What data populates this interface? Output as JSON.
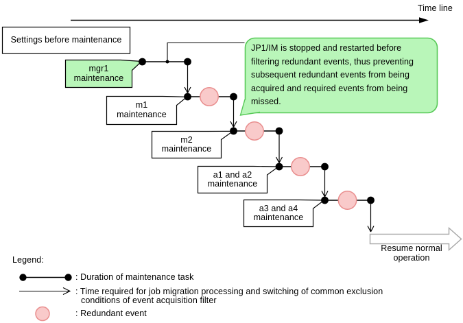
{
  "timeline": {
    "label": "Time line"
  },
  "boxes": {
    "settings": "Settings before maintenance",
    "tasks": [
      {
        "line1": "mgr1",
        "line2": "maintenance"
      },
      {
        "line1": "m1",
        "line2": "maintenance"
      },
      {
        "line1": "m2",
        "line2": "maintenance"
      },
      {
        "line1": "a1 and a2",
        "line2": "maintenance"
      },
      {
        "line1": "a3 and a4",
        "line2": "maintenance"
      }
    ]
  },
  "note": {
    "lines": [
      "JP1/IM is stopped and restarted before",
      "filtering redundant events, thus preventing",
      "subsequent redundant events from being",
      "acquired and required events from being",
      "missed."
    ]
  },
  "resume": {
    "line1": "Resume normal",
    "line2": "operation"
  },
  "legend": {
    "title": "Legend:",
    "duration_label": ": Duration of maintenance task",
    "migration_lines": [
      ": Time required for job migration processing and switching of common exclusion",
      "conditions of event acquisition filter"
    ],
    "redundant_label": ": Redundant event"
  },
  "colors": {
    "task_fill": "#b9f6b9",
    "note_fill": "#b9f6b9",
    "note_border": "#57c957",
    "event_fill": "#f9caca",
    "event_border": "#e98e8e",
    "resume_gray": "#a9a9a9"
  }
}
